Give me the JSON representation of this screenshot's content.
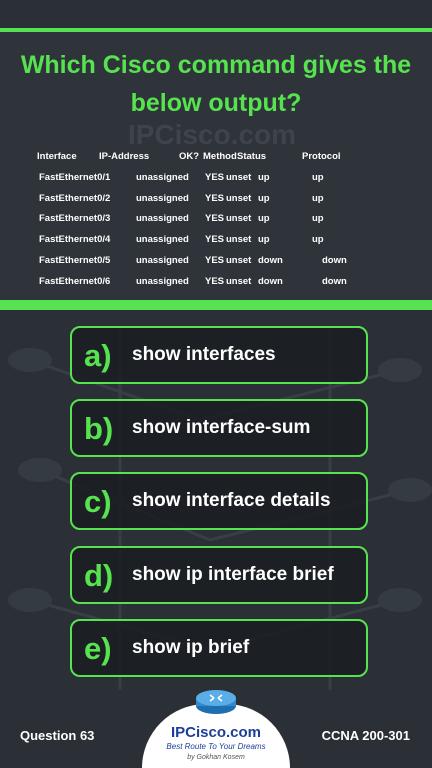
{
  "question": {
    "title": "Which Cisco command gives the below output?"
  },
  "output_table": {
    "headers": {
      "interface": "Interface",
      "ip_address": "IP-Address",
      "ok": "OK?",
      "method": "Method",
      "status": "Status",
      "protocol": "Protocol"
    },
    "rows": [
      {
        "interface": "FastEthernet0/1",
        "ip_address": "unassigned",
        "ok": "YES",
        "method": "unset",
        "status": "up",
        "protocol": "up"
      },
      {
        "interface": "FastEthernet0/2",
        "ip_address": "unassigned",
        "ok": "YES",
        "method": "unset",
        "status": "up",
        "protocol": "up"
      },
      {
        "interface": "FastEthernet0/3",
        "ip_address": "unassigned",
        "ok": "YES",
        "method": "unset",
        "status": "up",
        "protocol": "up"
      },
      {
        "interface": "FastEthernet0/4",
        "ip_address": "unassigned",
        "ok": "YES",
        "method": "unset",
        "status": "up",
        "protocol": "up"
      },
      {
        "interface": "FastEthernet0/5",
        "ip_address": "unassigned",
        "ok": "YES",
        "method": "unset",
        "status": "down",
        "protocol": "down"
      },
      {
        "interface": "FastEthernet0/6",
        "ip_address": "unassigned",
        "ok": "YES",
        "method": "unset",
        "status": "down",
        "protocol": "down"
      }
    ]
  },
  "options": [
    {
      "letter": "a)",
      "text": "show interfaces"
    },
    {
      "letter": "b)",
      "text": "show interface-sum"
    },
    {
      "letter": "c)",
      "text": "show interface details"
    },
    {
      "letter": "d)",
      "text": "show ip interface brief"
    },
    {
      "letter": "e)",
      "text": "show ip brief"
    }
  ],
  "footer": {
    "question_number": "Question 63",
    "exam": "CCNA 200-301"
  },
  "logo": {
    "name": "IPCisco.com",
    "slogan": "Best Route To Your Dreams",
    "author": "by Gokhan Kosem",
    "icon": "router-icon"
  },
  "watermark": {
    "text": "IPCisco.com"
  },
  "colors": {
    "accent": "#57e34f",
    "background": "#2b3036",
    "brand_blue": "#1a3f9a"
  }
}
